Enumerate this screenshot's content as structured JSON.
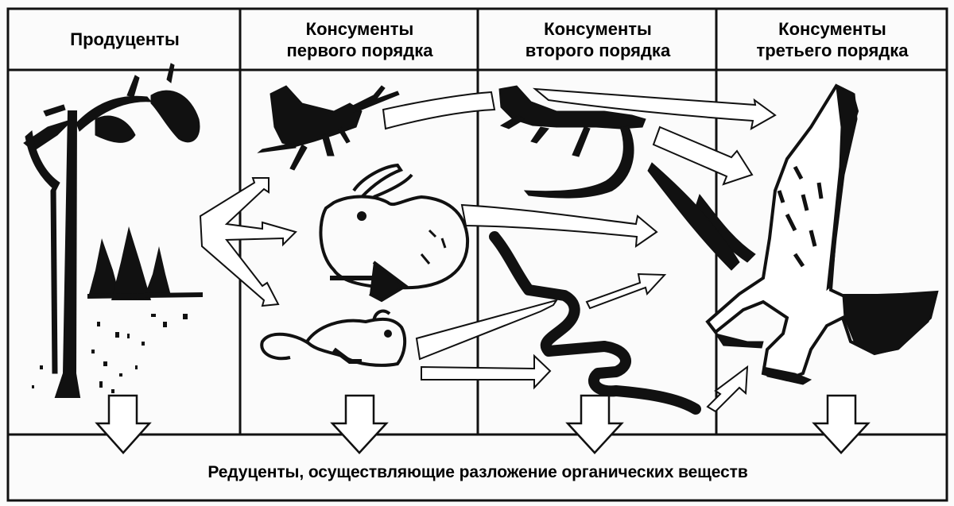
{
  "diagram": {
    "type": "food_chain",
    "columns": [
      {
        "id": "producers",
        "label": "Продуценты",
        "organisms": [
          "tree",
          "fir-trees",
          "grass"
        ]
      },
      {
        "id": "consumers-1",
        "label": "Консументы первого порядка",
        "label_line1": "Консументы",
        "label_line2": "первого порядка",
        "organisms": [
          "grasshopper",
          "rabbit",
          "mouse"
        ]
      },
      {
        "id": "consumers-2",
        "label": "Консументы второго порядка",
        "label_line1": "Консументы",
        "label_line2": "второго порядка",
        "organisms": [
          "lizard",
          "snake"
        ]
      },
      {
        "id": "consumers-3",
        "label": "Консументы третьего порядка",
        "label_line1": "Консументы",
        "label_line2": "третьего порядка",
        "organisms": [
          "hawk"
        ]
      }
    ],
    "footer": {
      "label": "Редуценты, осуществляющие разложение органических веществ"
    },
    "edges": [
      {
        "from": "producers",
        "to": "grasshopper"
      },
      {
        "from": "producers",
        "to": "rabbit"
      },
      {
        "from": "producers",
        "to": "mouse"
      },
      {
        "from": "grasshopper",
        "to": "lizard"
      },
      {
        "from": "lizard",
        "to": "hawk"
      },
      {
        "from": "lizard",
        "to": "hawk"
      },
      {
        "from": "rabbit",
        "to": "hawk"
      },
      {
        "from": "mouse",
        "to": "snake"
      },
      {
        "from": "mouse",
        "to": "snake"
      },
      {
        "from": "snake",
        "to": "hawk"
      },
      {
        "from": "snake",
        "to": "hawk"
      },
      {
        "from": "producers",
        "to": "reducers"
      },
      {
        "from": "consumers-1",
        "to": "reducers"
      },
      {
        "from": "consumers-2",
        "to": "reducers"
      },
      {
        "from": "consumers-3",
        "to": "reducers"
      }
    ],
    "colors": {
      "ink": "#111111",
      "paper": "#fbfbfb",
      "arrow_fill": "#ffffff"
    }
  }
}
